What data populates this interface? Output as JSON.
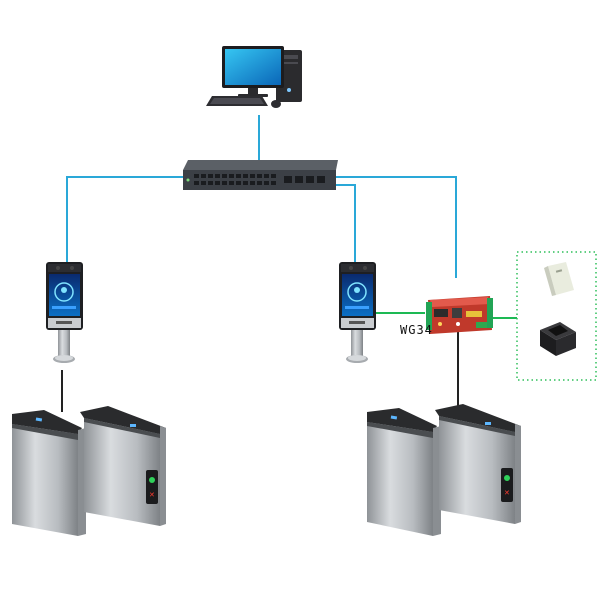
{
  "diagram": {
    "nodes": {
      "pc": "desktop-computer",
      "switch": "network-switch",
      "terminal_left": "face-recognition-terminal",
      "terminal_right": "face-recognition-terminal",
      "controller": "access-control-board",
      "card_reader": "card-reader",
      "qr_reader": "qr-code-reader",
      "gate_left": "flap-barrier-turnstile",
      "gate_right": "flap-barrier-turnstile"
    },
    "labels": {
      "wg34": "WG34"
    },
    "colors": {
      "network_line": "#2aa8d8",
      "wiegand_line": "#1db954",
      "signal_line": "#222222",
      "reader_box_border": "#2fbf5a"
    }
  }
}
